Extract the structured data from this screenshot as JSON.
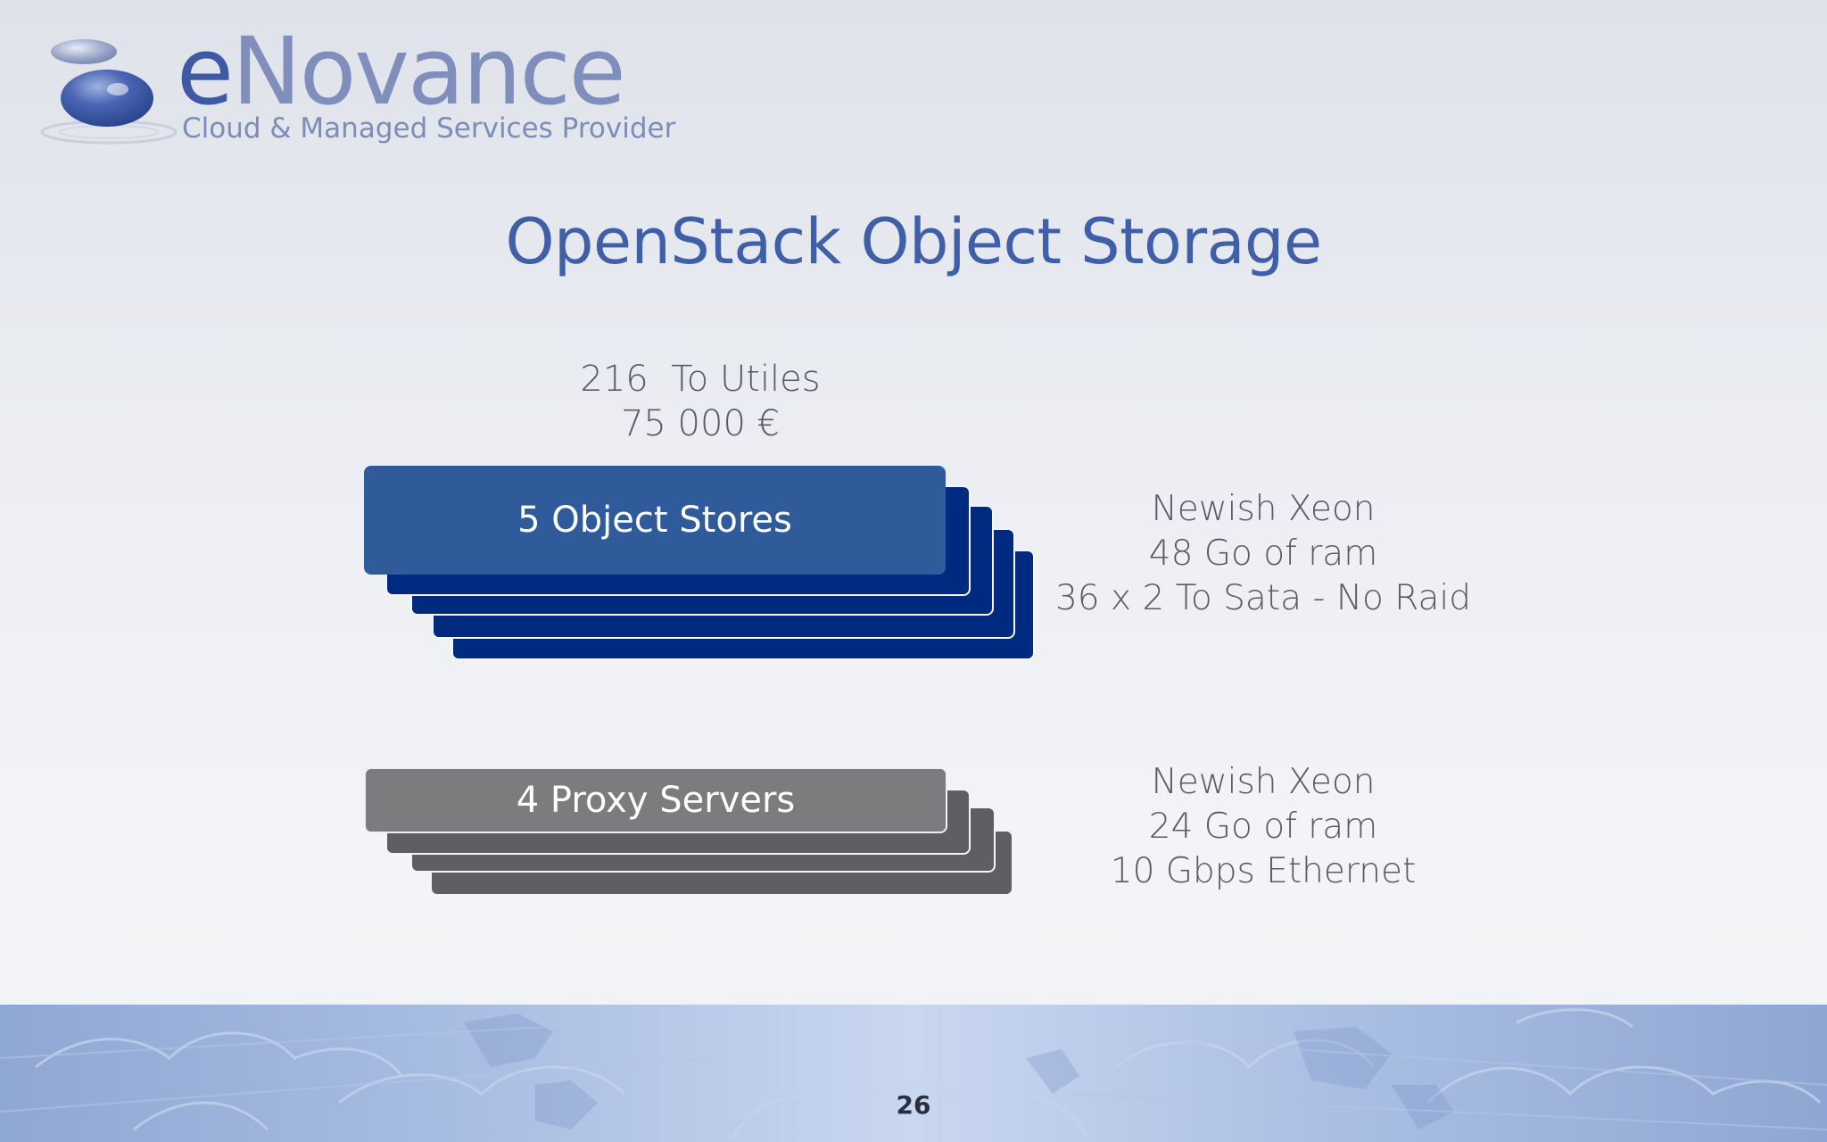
{
  "logo": {
    "word_first": "e",
    "word_rest": "Novance",
    "tagline": "Cloud & Managed Services Provider"
  },
  "title": "OpenStack Object Storage",
  "capacity": {
    "line1": "216  To Utiles",
    "line2": "75 000 €"
  },
  "object_stores": {
    "label": "5 Object Stores",
    "count": 5,
    "specs": [
      "Newish Xeon",
      "48 Go of ram",
      "36 x 2 To Sata - No Raid"
    ]
  },
  "proxy_servers": {
    "label": "4 Proxy Servers",
    "count": 4,
    "specs": [
      "Newish Xeon",
      "24 Go of ram",
      "10 Gbps Ethernet"
    ]
  },
  "footer": {
    "page_number": "26"
  },
  "colors": {
    "title": "#3f5fa8",
    "object_store_front": "#2f5b9a",
    "object_store_back": "#002a7f",
    "proxy_front": "#7c7c7f",
    "proxy_back": "#5e5f63"
  }
}
